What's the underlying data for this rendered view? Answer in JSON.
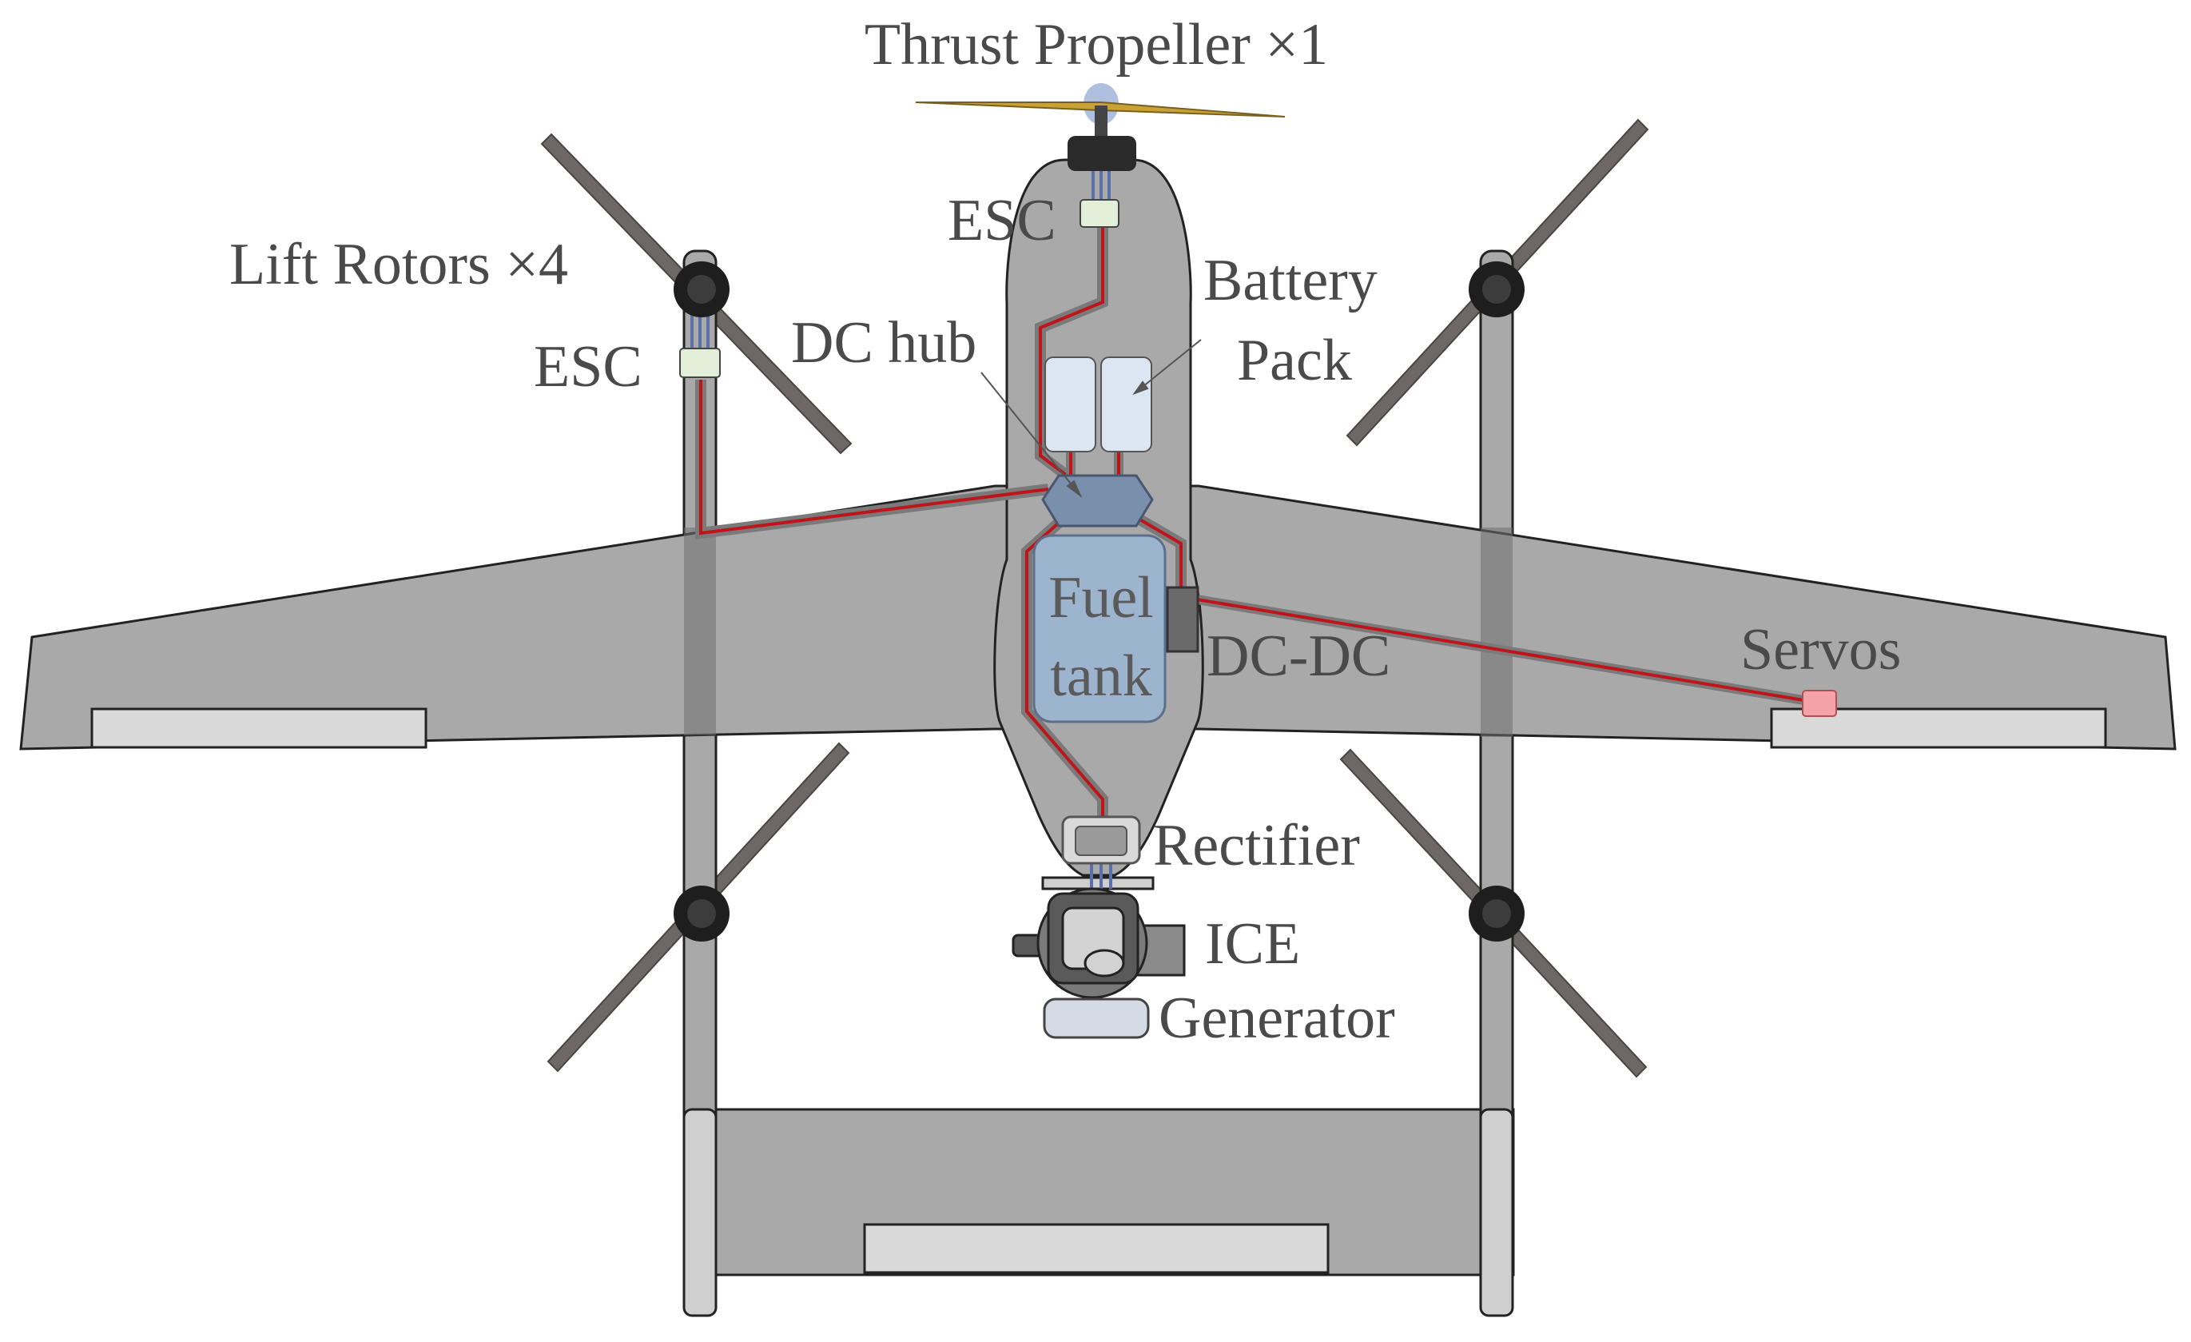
{
  "labels": {
    "thrust_propeller": "Thrust Propeller ×1",
    "lift_rotors": "Lift Rotors ×4",
    "esc_left": "ESC",
    "esc_top": "ESC",
    "dc_hub": "DC hub",
    "battery_line1": "Battery",
    "battery_line2": "Pack",
    "fuel_line1": "Fuel",
    "fuel_line2": "tank",
    "dcdc": "DC-DC",
    "servos": "Servos",
    "rectifier": "Rectifier",
    "ice": "ICE",
    "generator": "Generator"
  },
  "colors": {
    "airframe": "#a9a9a9",
    "airframe_dark": "#7f7f7f",
    "blade": "#6e6767",
    "propeller": "#c9a236",
    "wire_red": "#c0141b",
    "fuel_tank": "#9db4cf",
    "dc_hub": "#7a8fab",
    "battery": "#dce6f3",
    "esc": "#e3efd9",
    "servo": "#f4a2a5",
    "generator": "#d5dbe5"
  },
  "icons": [
    "thrust-propeller-icon",
    "lift-rotor-icon",
    "esc-icon",
    "battery-icon",
    "dc-hub-icon",
    "fuel-tank-icon",
    "dcdc-converter-icon",
    "servo-icon",
    "rectifier-icon",
    "ice-engine-icon",
    "generator-icon"
  ]
}
